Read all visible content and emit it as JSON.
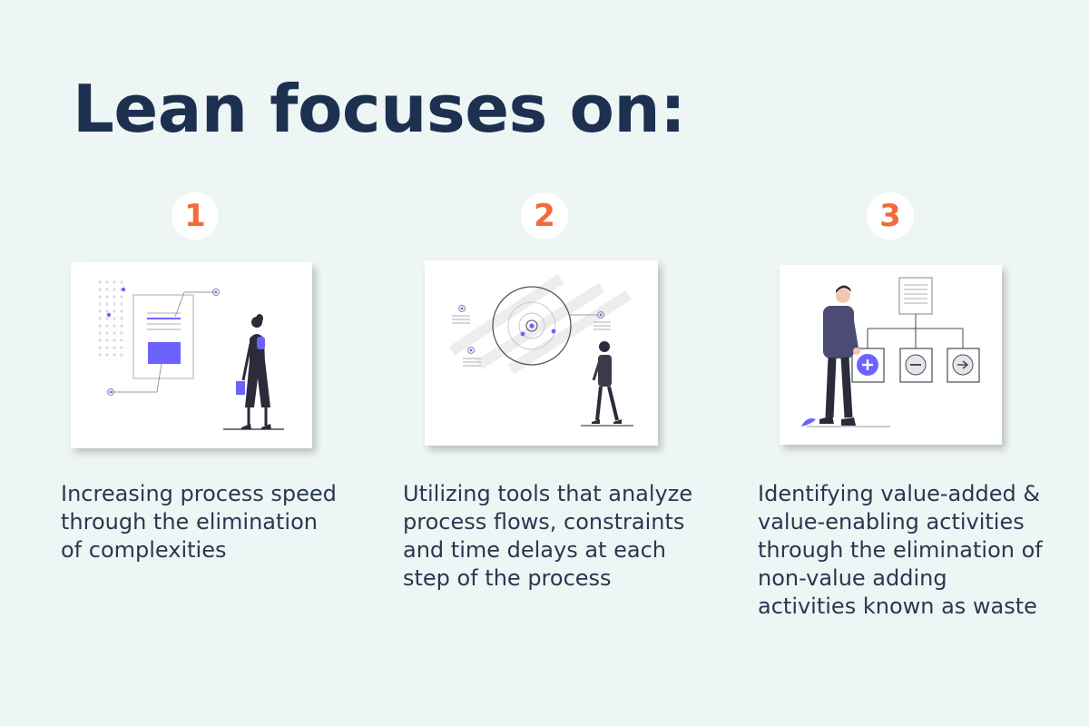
{
  "title": "Lean focuses on:",
  "colors": {
    "background": "#eef6f5",
    "title": "#1e3050",
    "badge_number": "#f26b3a",
    "accent_purple": "#6c63ff",
    "text": "#283850"
  },
  "items": [
    {
      "number": "1",
      "illustration_icon": "woman-with-document-illustration",
      "text": "Increasing process speed\nthrough the elimination\nof complexities"
    },
    {
      "number": "2",
      "illustration_icon": "man-with-target-radar-illustration",
      "text": "Utilizing tools that analyze\nprocess flows, constraints\nand time delays at each\nstep of the process"
    },
    {
      "number": "3",
      "illustration_icon": "man-with-flowchart-illustration",
      "text": "Identifying value-added &\nvalue-enabling activities\nthrough the elimination of\nnon-value adding\nactivities known as waste"
    }
  ]
}
